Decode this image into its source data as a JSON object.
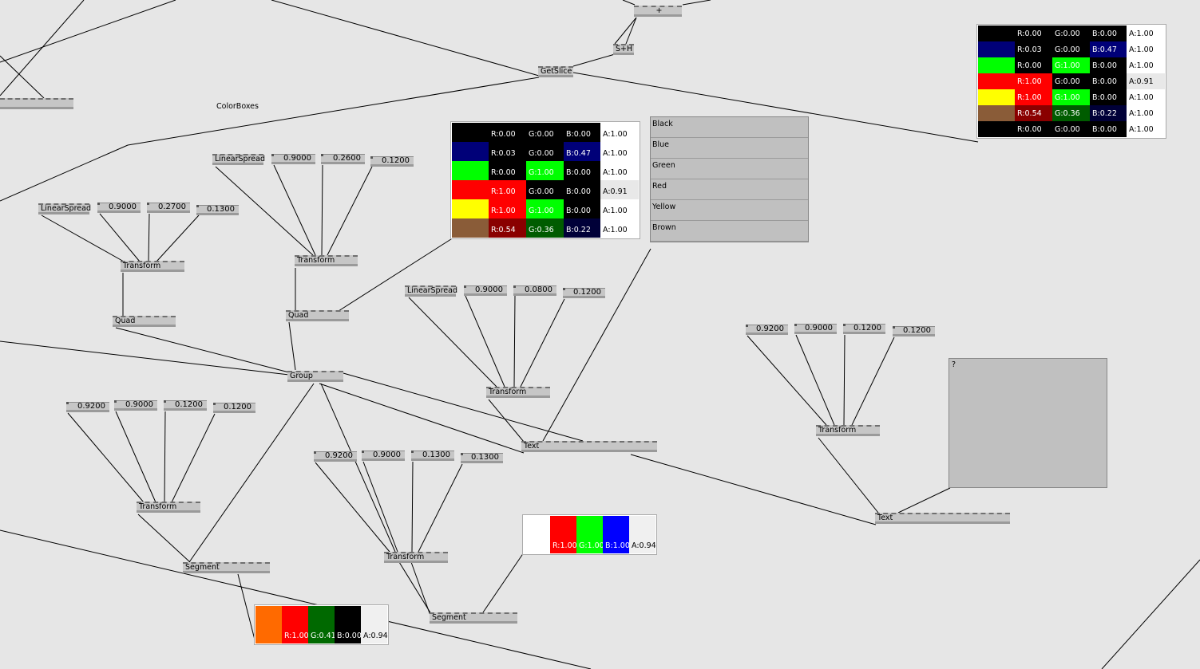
{
  "colors": {
    "canvas": "#e6e6e6",
    "node": "#c6c6c6",
    "wire": "#000000"
  },
  "labels": {
    "colorboxes": "ColorBoxes"
  },
  "nodes": {
    "plus": "+",
    "sh": "S+H",
    "getslice": "GetSlice",
    "ls1": "LinearSpread",
    "ls2": "LinearSpread",
    "ls3": "LinearSpread",
    "tf1": "Transform",
    "tf2": "Transform",
    "tf3": "Transform",
    "tf4": "Transform",
    "tf5": "Transform",
    "tf6": "Transform",
    "quad1": "Quad",
    "quad2": "Quad",
    "group": "Group",
    "seg1": "Segment",
    "seg2": "Segment",
    "text1": "Text",
    "text2": "Text"
  },
  "values": {
    "a1": "0.9000",
    "a2": "0.2700",
    "a3": "0.1300",
    "b1": "0.9000",
    "b2": "0.2600",
    "b3": "0.1200",
    "c1": "0.9000",
    "c2": "0.0800",
    "c3": "0.1200",
    "d1": "0.9200",
    "d2": "0.9000",
    "d3": "0.1200",
    "d4": "0.1200",
    "e1": "0.9200",
    "e2": "0.9000",
    "e3": "0.1200",
    "e4": "0.1200",
    "f1": "0.9200",
    "f2": "0.9000",
    "f3": "0.1300",
    "f4": "0.1300"
  },
  "palette_rows": [
    {
      "swatch": "#000000",
      "r": "R:0.00",
      "g": "G:0.00",
      "b": "B:0.00",
      "a": "A:1.00",
      "rbg": "#000000",
      "gbg": "#000000",
      "bbg": "#000000",
      "abg": "#ffffff"
    },
    {
      "swatch": "#000078",
      "r": "R:0.03",
      "g": "G:0.00",
      "b": "B:0.47",
      "a": "A:1.00",
      "rbg": "#000000",
      "gbg": "#000000",
      "bbg": "#000078",
      "abg": "#ffffff"
    },
    {
      "swatch": "#00ff00",
      "r": "R:0.00",
      "g": "G:1.00",
      "b": "B:0.00",
      "a": "A:1.00",
      "rbg": "#000000",
      "gbg": "#00ff00",
      "bbg": "#000000",
      "abg": "#ffffff"
    },
    {
      "swatch": "#ff0000",
      "r": "R:1.00",
      "g": "G:0.00",
      "b": "B:0.00",
      "a": "A:0.91",
      "rbg": "#ff0000",
      "gbg": "#000000",
      "bbg": "#000000",
      "abg": "#e8e8e8"
    },
    {
      "swatch": "#ffff00",
      "r": "R:1.00",
      "g": "G:1.00",
      "b": "B:0.00",
      "a": "A:1.00",
      "rbg": "#ff0000",
      "gbg": "#00ff00",
      "bbg": "#000000",
      "abg": "#ffffff"
    },
    {
      "swatch": "#8a5c38",
      "r": "R:0.54",
      "g": "G:0.36",
      "b": "B:0.22",
      "a": "A:1.00",
      "rbg": "#8a0000",
      "gbg": "#005c00",
      "bbg": "#000038",
      "abg": "#ffffff"
    }
  ],
  "palette2_extra": {
    "swatch": "#000000",
    "r": "R:0.00",
    "g": "G:0.00",
    "b": "B:0.00",
    "a": "A:1.00"
  },
  "color_names": [
    "Black",
    "Blue",
    "Green",
    "Red",
    "Yellow",
    "Brown"
  ],
  "question_box": "?",
  "strip1": {
    "swatch": "#ff6a00",
    "r": "R:1.00",
    "g": "G:0.41",
    "b": "B:0.00",
    "a": "A:0.94",
    "rbg": "#ff0000",
    "gbg": "#006900",
    "bbg": "#000000",
    "abg": "#f0f0f0"
  },
  "strip2": {
    "swatch": "#ffffff",
    "r": "R:1.00",
    "g": "G:1.00",
    "b": "B:1.00",
    "a": "A:0.94",
    "rbg": "#ff0000",
    "gbg": "#00ff00",
    "bbg": "#0000ff",
    "abg": "#f0f0f0"
  }
}
